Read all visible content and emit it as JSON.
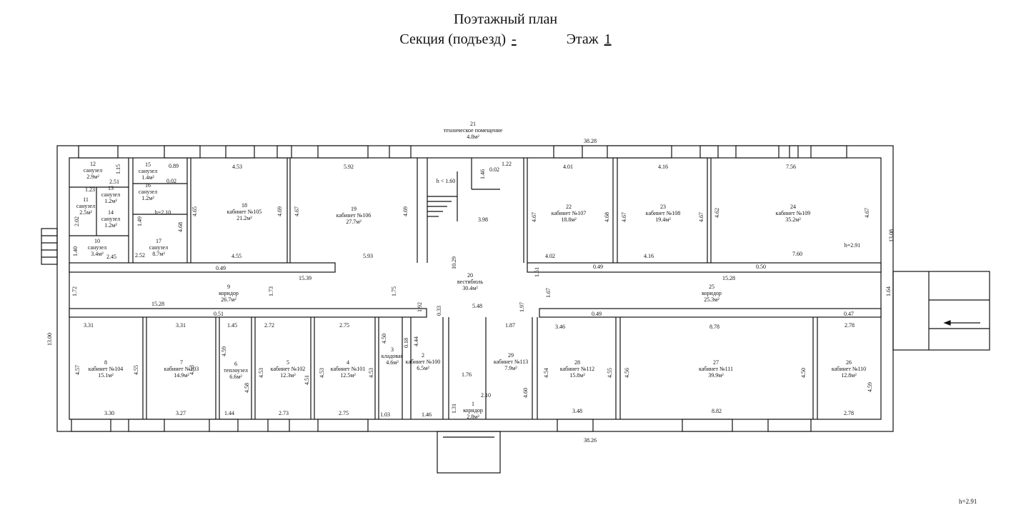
{
  "header": {
    "title": "Поэтажный план",
    "section_label": "Секция (подъезд)",
    "section_value": "-",
    "floor_label": "Этаж",
    "floor_value": "1"
  },
  "rooms": [
    {
      "id": "r1",
      "num": "1",
      "name": "коридор",
      "area": "2.8м²"
    },
    {
      "id": "r2",
      "num": "2",
      "name": "кабинет №100",
      "area": "6.5м²"
    },
    {
      "id": "r3",
      "num": "3",
      "name": "кладовая",
      "area": "4.6м²"
    },
    {
      "id": "r4",
      "num": "4",
      "name": "кабинет №101",
      "area": "12.5м²"
    },
    {
      "id": "r5",
      "num": "5",
      "name": "кабинет №102",
      "area": "12.3м²"
    },
    {
      "id": "r6",
      "num": "6",
      "name": "теплоузел",
      "area": "6.6м²"
    },
    {
      "id": "r7",
      "num": "7",
      "name": "кабинет №103",
      "area": "14.9м²"
    },
    {
      "id": "r8",
      "num": "8",
      "name": "кабинет №104",
      "area": "15.1м²"
    },
    {
      "id": "r9",
      "num": "9",
      "name": "коридор",
      "area": "26.7м²"
    },
    {
      "id": "r10",
      "num": "10",
      "name": "санузел",
      "area": "3.4м²"
    },
    {
      "id": "r11",
      "num": "11",
      "name": "санузел",
      "area": "2.5м²"
    },
    {
      "id": "r12",
      "num": "12",
      "name": "санузел",
      "area": "2.9м²"
    },
    {
      "id": "r13",
      "num": "13",
      "name": "санузел",
      "area": "1.2м²"
    },
    {
      "id": "r14",
      "num": "14",
      "name": "санузел",
      "area": "1.2м²"
    },
    {
      "id": "r15",
      "num": "15",
      "name": "санузел",
      "area": "1.4м²"
    },
    {
      "id": "r16",
      "num": "16",
      "name": "санузел",
      "area": "1.2м²"
    },
    {
      "id": "r17",
      "num": "17",
      "name": "санузел",
      "area": "8.7м²"
    },
    {
      "id": "r18",
      "num": "18",
      "name": "кабинет №105",
      "area": "21.2м²"
    },
    {
      "id": "r19",
      "num": "19",
      "name": "кабинет №106",
      "area": "27.7м²"
    },
    {
      "id": "r20",
      "num": "20",
      "name": "вестибюль",
      "area": "30.4м²"
    },
    {
      "id": "r21",
      "num": "21",
      "name": "техническое помещение",
      "area": "4.8м²"
    },
    {
      "id": "r22",
      "num": "22",
      "name": "кабинет №107",
      "area": "18.8м²"
    },
    {
      "id": "r23",
      "num": "23",
      "name": "кабинет №108",
      "area": "19.4м²"
    },
    {
      "id": "r24",
      "num": "24",
      "name": "кабинет №109",
      "area": "35.2м²"
    },
    {
      "id": "r25",
      "num": "25",
      "name": "коридор",
      "area": "25.3м²"
    },
    {
      "id": "r26",
      "num": "26",
      "name": "кабинет №110",
      "area": "12.8м²"
    },
    {
      "id": "r27",
      "num": "27",
      "name": "кабинет №111",
      "area": "39.9м²"
    },
    {
      "id": "r28",
      "num": "28",
      "name": "кабинет №112",
      "area": "15.8м²"
    },
    {
      "id": "r29",
      "num": "29",
      "name": "кабинет №113",
      "area": "7.9м²"
    }
  ],
  "dimensions": [
    {
      "id": "d0",
      "text": "38.28"
    },
    {
      "id": "d1",
      "text": "38.26"
    },
    {
      "id": "d2",
      "text": "13.00"
    },
    {
      "id": "d3",
      "text": "13.08"
    },
    {
      "id": "d4",
      "text": "4.53"
    },
    {
      "id": "d5",
      "text": "5.92"
    },
    {
      "id": "d6",
      "text": "4.55"
    },
    {
      "id": "d7",
      "text": "5.93"
    },
    {
      "id": "d8",
      "text": "4.65"
    },
    {
      "id": "d9",
      "text": "4.69"
    },
    {
      "id": "d10",
      "text": "4.67"
    },
    {
      "id": "d11",
      "text": "4.69"
    },
    {
      "id": "d12",
      "text": "4.68"
    },
    {
      "id": "d13",
      "text": "0.89"
    },
    {
      "id": "d14",
      "text": "0.02"
    },
    {
      "id": "d15",
      "text": "h=2.10"
    },
    {
      "id": "d16",
      "text": "1.49"
    },
    {
      "id": "d17",
      "text": "2.52"
    },
    {
      "id": "d18",
      "text": "1.15"
    },
    {
      "id": "d19",
      "text": "2.51"
    },
    {
      "id": "d20",
      "text": "1.23"
    },
    {
      "id": "d21",
      "text": "2.02"
    },
    {
      "id": "d22",
      "text": "1.40"
    },
    {
      "id": "d23",
      "text": "2.45"
    },
    {
      "id": "d24",
      "text": "0.49"
    },
    {
      "id": "d25",
      "text": "15.39"
    },
    {
      "id": "d26",
      "text": "1.72"
    },
    {
      "id": "d27",
      "text": "1.73"
    },
    {
      "id": "d28",
      "text": "1.75"
    },
    {
      "id": "d29",
      "text": "15.28"
    },
    {
      "id": "d30",
      "text": "3.31"
    },
    {
      "id": "d31",
      "text": "3.31"
    },
    {
      "id": "d32",
      "text": "0.51"
    },
    {
      "id": "d33",
      "text": "1.45"
    },
    {
      "id": "d34",
      "text": "2.72"
    },
    {
      "id": "d35",
      "text": "2.75"
    },
    {
      "id": "d36",
      "text": "4.57"
    },
    {
      "id": "d37",
      "text": "4.55"
    },
    {
      "id": "d38",
      "text": "4.53"
    },
    {
      "id": "d39",
      "text": "4.59"
    },
    {
      "id": "d40",
      "text": "4.58"
    },
    {
      "id": "d41",
      "text": "4.53"
    },
    {
      "id": "d42",
      "text": "4.51"
    },
    {
      "id": "d43",
      "text": "4.53"
    },
    {
      "id": "d44",
      "text": "4.53"
    },
    {
      "id": "d45",
      "text": "3.30"
    },
    {
      "id": "d46",
      "text": "3.27"
    },
    {
      "id": "d47",
      "text": "1.44"
    },
    {
      "id": "d48",
      "text": "2.73"
    },
    {
      "id": "d49",
      "text": "2.75"
    },
    {
      "id": "d50",
      "text": "1.03"
    },
    {
      "id": "d51",
      "text": "1.46"
    },
    {
      "id": "d52",
      "text": "4.50"
    },
    {
      "id": "d53",
      "text": "0.18"
    },
    {
      "id": "d54",
      "text": "4.44"
    },
    {
      "id": "d55",
      "text": "1.92"
    },
    {
      "id": "d56",
      "text": "0.33"
    },
    {
      "id": "d57",
      "text": "1.31"
    },
    {
      "id": "d58",
      "text": "1.76"
    },
    {
      "id": "d59",
      "text": "2.10"
    },
    {
      "id": "d60",
      "text": "5.48"
    },
    {
      "id": "d61",
      "text": "10.29"
    },
    {
      "id": "d62",
      "text": "3.98"
    },
    {
      "id": "d63",
      "text": "h < 1.60"
    },
    {
      "id": "d64",
      "text": "1.46"
    },
    {
      "id": "d65",
      "text": "0.02"
    },
    {
      "id": "d66",
      "text": "1.22"
    },
    {
      "id": "d67",
      "text": "4.01"
    },
    {
      "id": "d68",
      "text": "4.16"
    },
    {
      "id": "d69",
      "text": "7.56"
    },
    {
      "id": "d70",
      "text": "4.67"
    },
    {
      "id": "d71",
      "text": "4.68"
    },
    {
      "id": "d72",
      "text": "4.67"
    },
    {
      "id": "d73",
      "text": "4.67"
    },
    {
      "id": "d74",
      "text": "4.62"
    },
    {
      "id": "d75",
      "text": "4.67"
    },
    {
      "id": "d76",
      "text": "h=2.91"
    },
    {
      "id": "d77",
      "text": "4.02"
    },
    {
      "id": "d78",
      "text": "4.16"
    },
    {
      "id": "d79",
      "text": "7.60"
    },
    {
      "id": "d80",
      "text": "1.51"
    },
    {
      "id": "d81",
      "text": "0.49"
    },
    {
      "id": "d82",
      "text": "0.50"
    },
    {
      "id": "d83",
      "text": "15.28"
    },
    {
      "id": "d84",
      "text": "1.67"
    },
    {
      "id": "d85",
      "text": "1.64"
    },
    {
      "id": "d86",
      "text": "1.97"
    },
    {
      "id": "d87",
      "text": "0.49"
    },
    {
      "id": "d88",
      "text": "0.47"
    },
    {
      "id": "d89",
      "text": "1.87"
    },
    {
      "id": "d90",
      "text": "3.46"
    },
    {
      "id": "d91",
      "text": "8.78"
    },
    {
      "id": "d92",
      "text": "2.78"
    },
    {
      "id": "d93",
      "text": "4.54"
    },
    {
      "id": "d94",
      "text": "4.55"
    },
    {
      "id": "d95",
      "text": "4.56"
    },
    {
      "id": "d96",
      "text": "4.50"
    },
    {
      "id": "d97",
      "text": "4.59"
    },
    {
      "id": "d98",
      "text": "4.60"
    },
    {
      "id": "d99",
      "text": "3.48"
    },
    {
      "id": "d100",
      "text": "8.82"
    },
    {
      "id": "d101",
      "text": "2.78"
    }
  ],
  "footer_note": "h=2.91"
}
